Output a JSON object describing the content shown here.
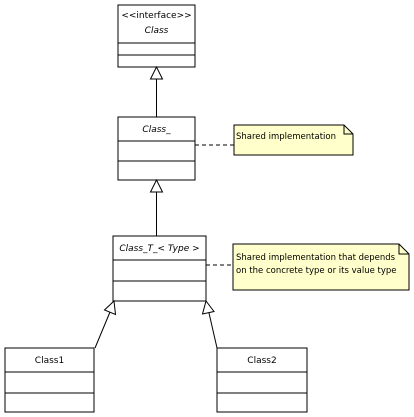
{
  "diagram": {
    "classes": {
      "interface": {
        "stereotype": "<<interface>>",
        "name": "Class"
      },
      "abstract": {
        "name": "Class_"
      },
      "template": {
        "name": "Class_T_< Type >"
      },
      "class1": {
        "name": "Class1"
      },
      "class2": {
        "name": "Class2"
      }
    },
    "notes": {
      "note1": {
        "lines": [
          "Shared implementation"
        ]
      },
      "note2": {
        "lines": [
          "Shared implementation that depends",
          "on the concrete type or its value type"
        ]
      }
    },
    "colors": {
      "note_fill": "#ffffcc",
      "line": "#000000",
      "background": "#ffffff"
    }
  }
}
